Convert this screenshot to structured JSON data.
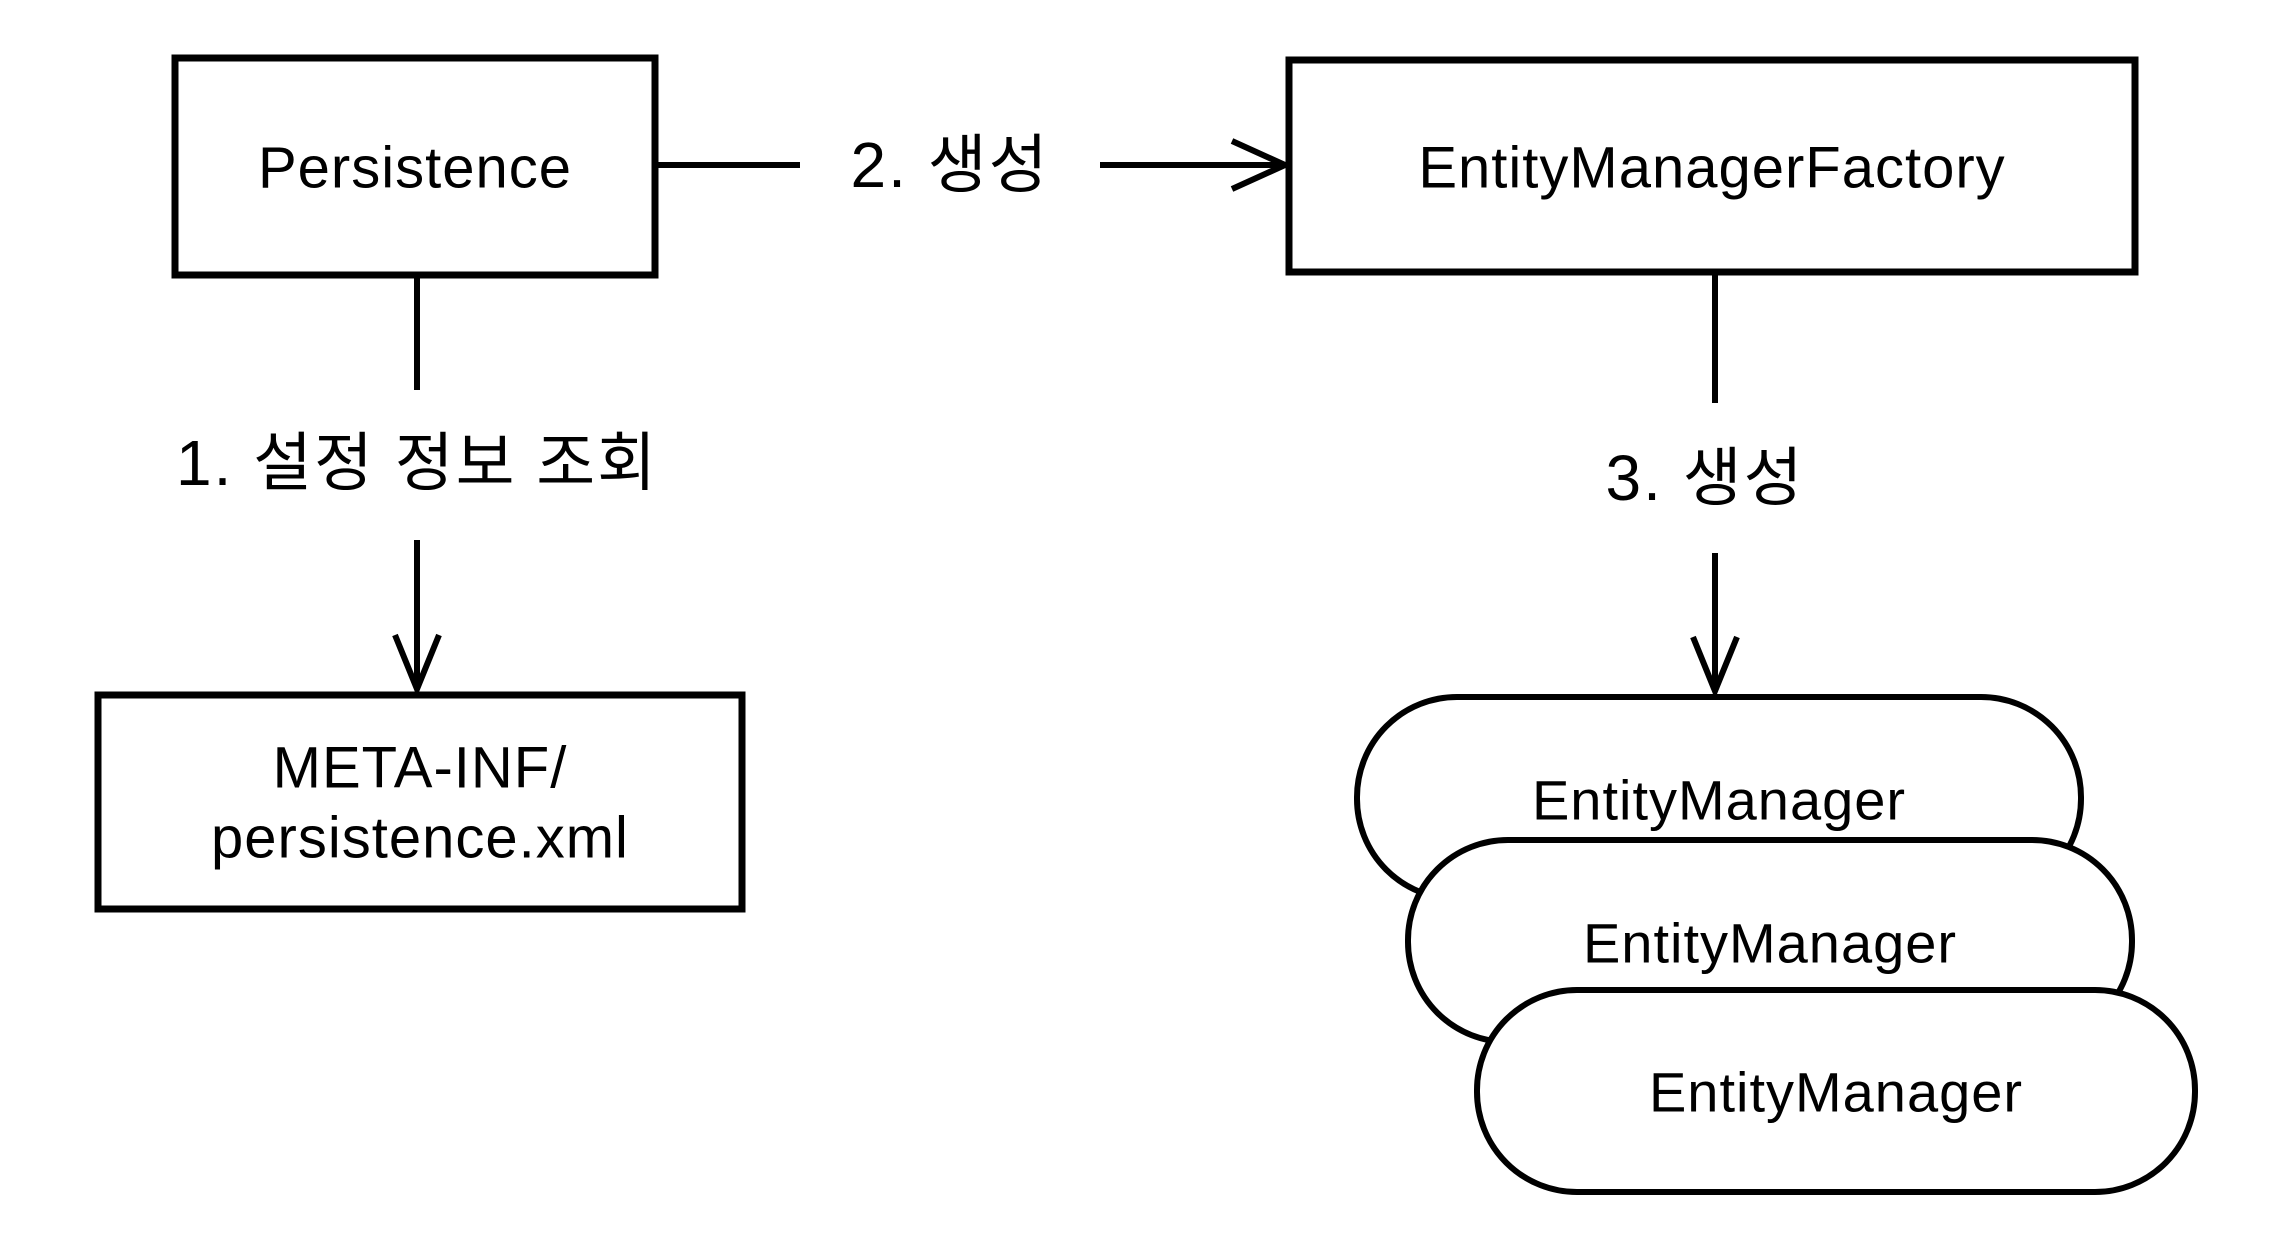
{
  "colors": {
    "background": "#ffffff",
    "stroke": "#000000",
    "text": "#000000"
  },
  "diagram": {
    "nodes": {
      "persistence": {
        "label": "Persistence"
      },
      "entity_manager_factory": {
        "label": "EntityManagerFactory"
      },
      "meta_inf": {
        "line1": "META-INF/",
        "line2": "persistence.xml"
      },
      "entity_managers": [
        {
          "label": "EntityManager"
        },
        {
          "label": "EntityManager"
        },
        {
          "label": "EntityManager"
        }
      ]
    },
    "edges": {
      "step1": {
        "label": "1. 설정 정보 조회"
      },
      "step2": {
        "label": "2. 생성"
      },
      "step3": {
        "label": "3. 생성"
      }
    }
  }
}
